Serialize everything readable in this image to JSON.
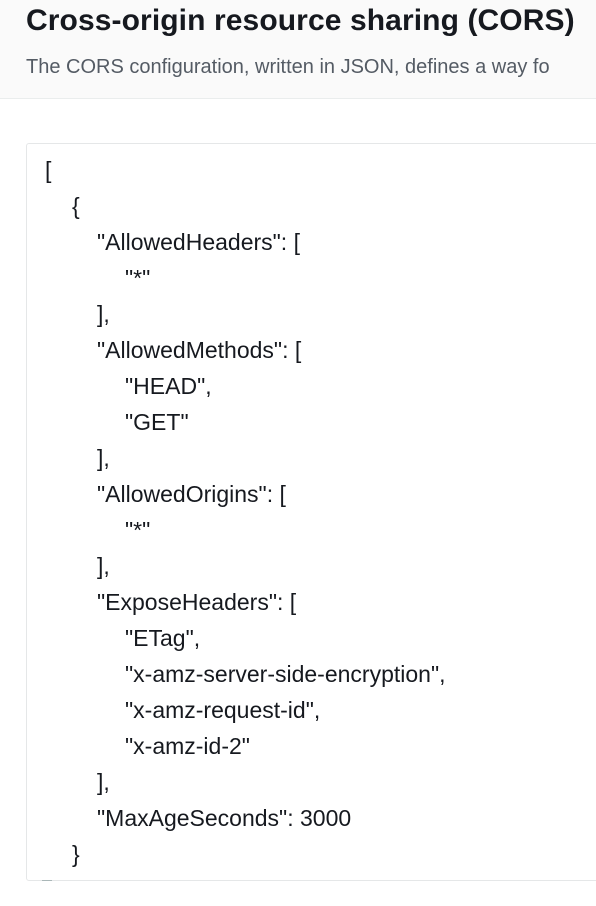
{
  "header": {
    "title": "Cross-origin resource sharing (CORS)",
    "subtitle": "The CORS configuration, written in JSON, defines a way fo"
  },
  "editor": {
    "lines": [
      "[",
      "{",
      "\"AllowedHeaders\": [",
      "\"*\"",
      "],",
      "\"AllowedMethods\": [",
      "\"HEAD\",",
      "\"GET\"",
      "],",
      "\"AllowedOrigins\": [",
      "\"*\"",
      "],",
      "\"ExposeHeaders\": [",
      "\"ETag\",",
      "\"x-amz-server-side-encryption\",",
      "\"x-amz-request-id\",",
      "\"x-amz-id-2\"",
      "],",
      "\"MaxAgeSeconds\": 3000",
      "}"
    ]
  }
}
